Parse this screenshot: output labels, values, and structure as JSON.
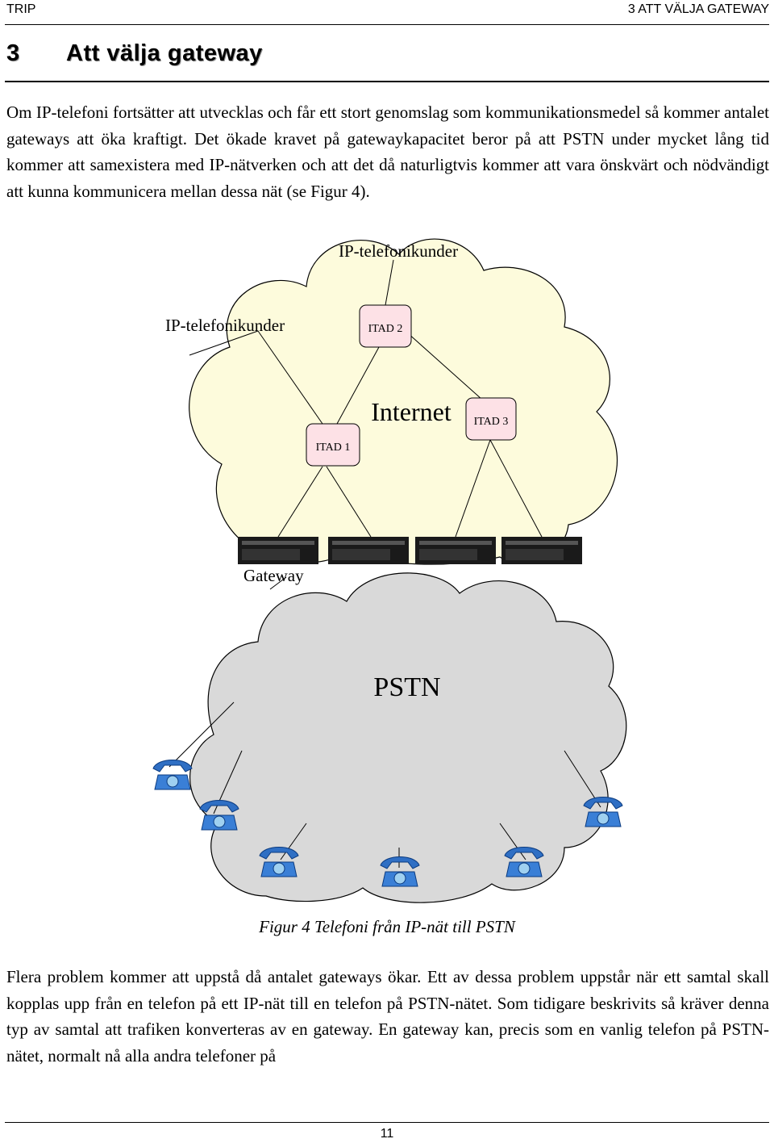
{
  "header": {
    "left": "TRIP",
    "right": "3 ATT VÄLJA GATEWAY"
  },
  "chapter": {
    "number": "3",
    "title": "Att välja gateway"
  },
  "paragraph1": "Om IP-telefoni fortsätter att utvecklas och får ett stort genomslag som kommunikationsmedel så kommer antalet gateways att öka kraftigt. Det ökade kravet på gatewaykapacitet beror på att PSTN under mycket lång tid kommer att samexistera med IP-nätverken och att det då naturligtvis kommer att vara önskvärt och nödvändigt att kunna kommunicera mellan dessa nät (se Figur 4).",
  "figure": {
    "label_clients_top": "IP-telefonikunder",
    "label_clients_left": "IP-telefonikunder",
    "itad1": "ITAD 1",
    "itad2": "ITAD 2",
    "itad3": "ITAD 3",
    "internet": "Internet",
    "gateway": "Gateway",
    "pstn": "PSTN",
    "colors": {
      "internet_cloud": "#fdfbdc",
      "pstn_cloud": "#d9d9d9",
      "itad_box": "#fde1e6",
      "phone": "#2f6fc4"
    }
  },
  "caption": "Figur 4 Telefoni från IP-nät till PSTN",
  "paragraph2": "Flera problem kommer att uppstå då antalet gateways ökar. Ett av dessa problem uppstår när ett samtal skall kopplas upp från en telefon på ett IP-nät till en telefon på PSTN-nätet. Som tidigare beskrivits så kräver denna typ av samtal att trafiken konverteras av en gateway. En gateway kan, precis som en vanlig telefon på PSTN-nätet, normalt nå alla andra telefoner på",
  "page_number": "11"
}
